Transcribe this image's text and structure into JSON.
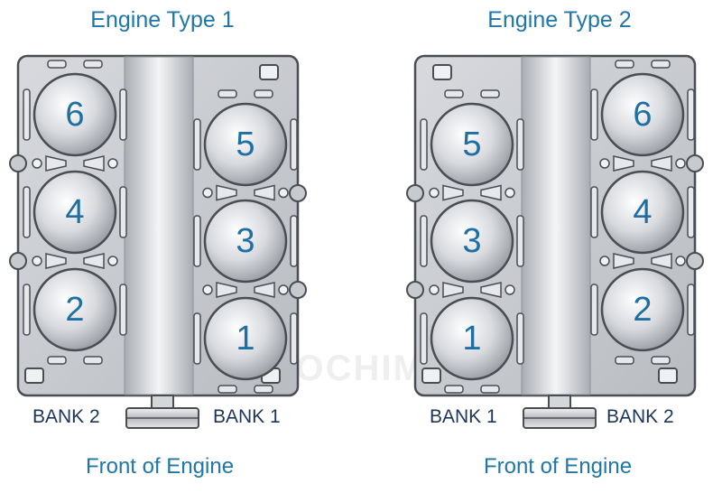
{
  "engines": [
    {
      "title": "Engine Type 1",
      "front_label": "Front of Engine",
      "left_bank_label": "BANK 2",
      "right_bank_label": "BANK 1",
      "left_cylinders": [
        "6",
        "4",
        "2"
      ],
      "right_cylinders": [
        "5",
        "3",
        "1"
      ]
    },
    {
      "title": "Engine Type 2",
      "front_label": "Front of Engine",
      "left_bank_label": "BANK 1",
      "right_bank_label": "BANK 2",
      "left_cylinders": [
        "5",
        "3",
        "1"
      ],
      "right_cylinders": [
        "6",
        "4",
        "2"
      ]
    }
  ],
  "watermark": "AUTOCHIMPS",
  "colors": {
    "label_blue": "#1f76a8",
    "bank_text": "#1d3557",
    "cylinder_number": "#1f6fa3",
    "block_metal": "#c9ccd1",
    "block_outline": "#4a4d52"
  }
}
